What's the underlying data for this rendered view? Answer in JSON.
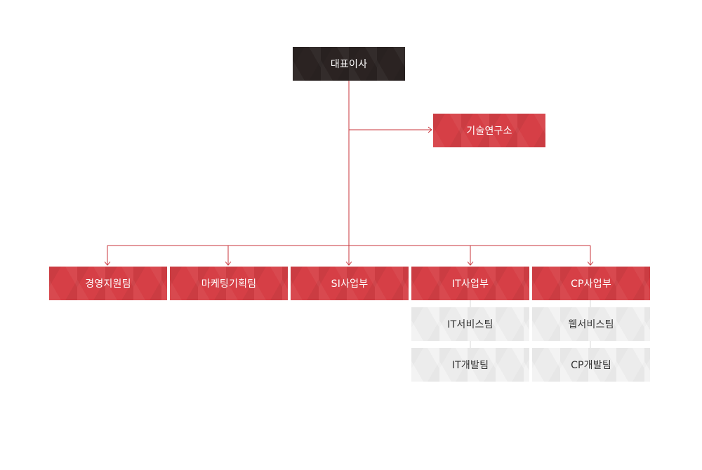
{
  "org": {
    "ceo": "대표이사",
    "lab": "기술연구소",
    "departments": [
      {
        "label": "경영지원팀"
      },
      {
        "label": "마케팅기획팀"
      },
      {
        "label": "SI사업부"
      },
      {
        "label": "IT사업부",
        "teams": [
          "IT서비스팀",
          "IT개발팀"
        ]
      },
      {
        "label": "CP사업부",
        "teams": [
          "웹서비스팀",
          "CP개발팀"
        ]
      }
    ]
  },
  "colors": {
    "ceo": "#2b2322",
    "primary": "#d63f46",
    "team": "#ececec",
    "connector": "#c9343b",
    "team_connector": "#d8d8d8"
  }
}
